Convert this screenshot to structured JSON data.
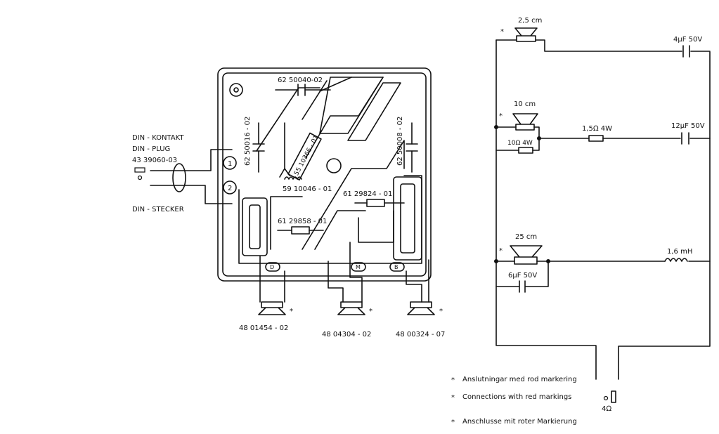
{
  "din": {
    "kontakt": "DIN - KONTAKT",
    "plug": "DIN - PLUG",
    "part": "43  39060-03",
    "stecker": "DIN - STECKER"
  },
  "board": {
    "cap_top": "62  50040-02",
    "cap_left": "62  50016 - 02",
    "cap_right": "62  50008 - 02",
    "coil_chip": "55 10366 - 01",
    "inductor": "59  10046 - 01",
    "resistor_mid": "61  29858 - 01",
    "resistor_right": "61  29824 - 01",
    "terminal_1": "1",
    "terminal_2": "2",
    "pad_d": "D",
    "pad_m": "M",
    "pad_b": "B"
  },
  "speakers": [
    {
      "part": "48  01454 - 02",
      "mark": "*"
    },
    {
      "part": "48  04304 - 02",
      "mark": "*"
    },
    {
      "part": "48  00324 - 07",
      "mark": "*"
    }
  ],
  "schematic": {
    "tweeter": "2,5 cm",
    "midrange": "10 cm",
    "woofer": "25 cm",
    "cap_tweeter": "4µF   50V",
    "res_series": "1,5Ω  4W",
    "cap_mid": "12µF   50V",
    "res_shunt": "10Ω 4W",
    "inductor_woofer": "1,6 mH",
    "cap_woofer": "6µF   50V",
    "mark": "*",
    "impedance": "4Ω"
  },
  "legend": [
    "Anslutningar med rod markering",
    "Connections with red markings",
    "Anschlusse mit roter Markierung"
  ]
}
